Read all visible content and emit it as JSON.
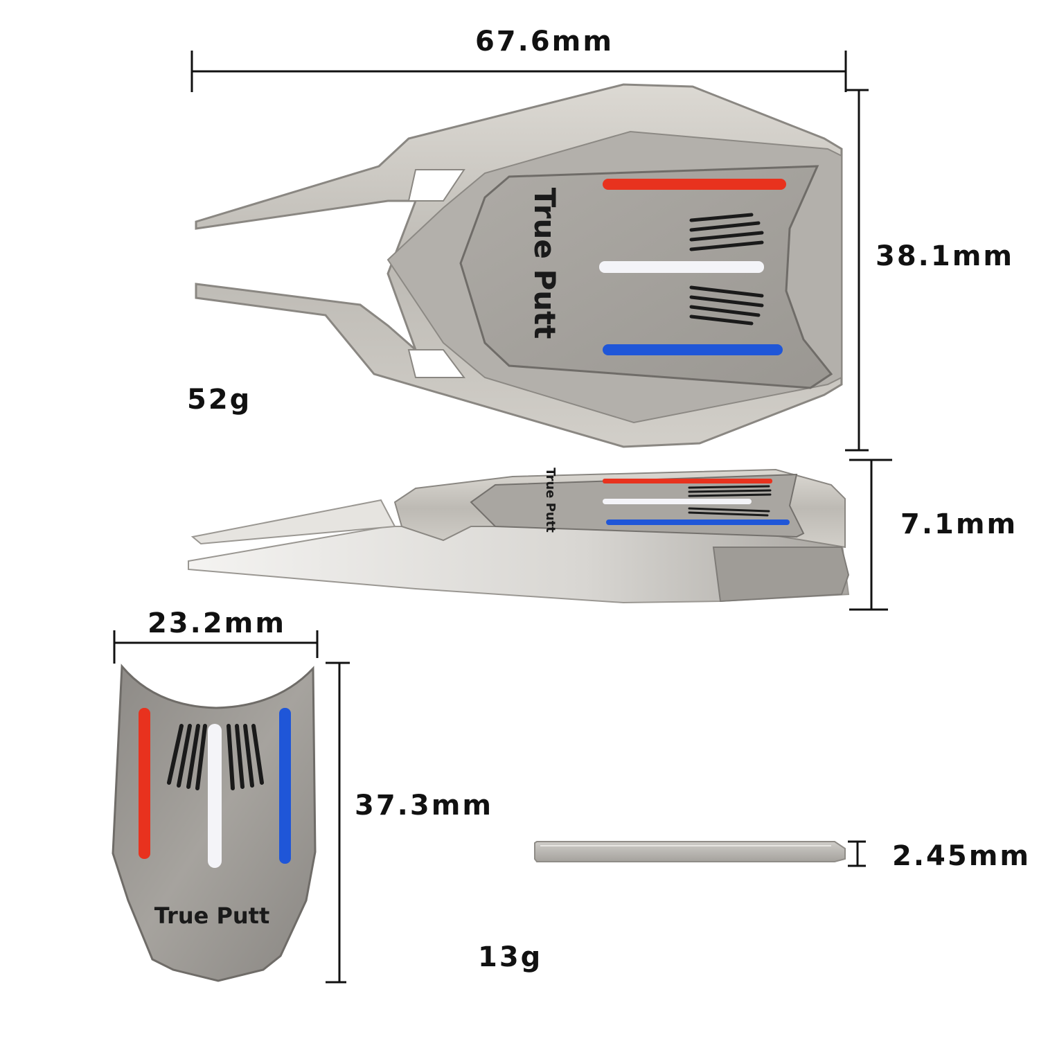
{
  "dimensions": {
    "divot_tool_length": "67.6mm",
    "divot_tool_height": "38.1mm",
    "divot_tool_thickness": "7.1mm",
    "marker_width": "23.2mm",
    "marker_height": "37.3mm",
    "marker_thickness": "2.45mm"
  },
  "weights": {
    "divot_tool": "52g",
    "ball_marker": "13g"
  },
  "brand": {
    "name": "True Putt"
  },
  "colors": {
    "metal_light": "#d9d6d0",
    "metal_mid": "#b9b6b0",
    "metal_dark": "#8f8c86",
    "stripe_red": "#e8321e",
    "stripe_white": "#f4f4f8",
    "stripe_blue": "#1f56d8",
    "engraving_black": "#1a1a1a"
  }
}
